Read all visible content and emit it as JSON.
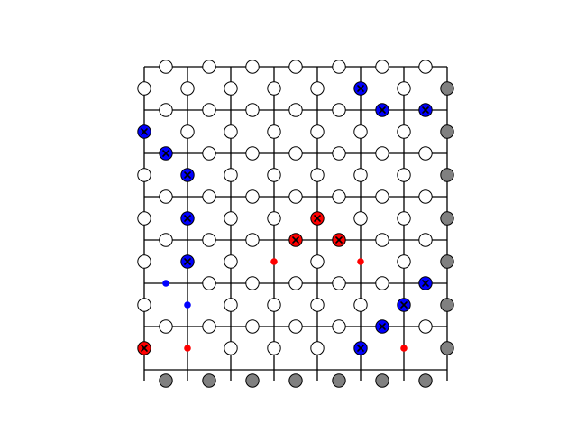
{
  "board": {
    "cells": 7,
    "colors": {
      "grid": "#000000",
      "empty": "#ffffff",
      "boundary": "#808080",
      "blue": "#0000ff",
      "red": "#ff0000",
      "mark": "#000000"
    },
    "horizontal_nodes": [
      [
        "empty",
        "empty",
        "empty",
        "empty",
        "empty",
        "empty",
        "empty"
      ],
      [
        "empty",
        "empty",
        "empty",
        "empty",
        "empty",
        "blue_x",
        "blue_x"
      ],
      [
        "blue_x",
        "empty",
        "empty",
        "empty",
        "empty",
        "empty",
        "empty"
      ],
      [
        "empty",
        "empty",
        "empty",
        "empty",
        "empty",
        "empty",
        "empty"
      ],
      [
        "empty",
        "empty",
        "empty",
        "red_x",
        "red_x",
        "empty",
        "empty"
      ],
      [
        "blue_dot",
        "empty",
        "empty",
        "empty",
        "empty",
        "empty",
        "blue_x"
      ],
      [
        "empty",
        "empty",
        "empty",
        "empty",
        "empty",
        "blue_x",
        "empty"
      ],
      [
        "gray",
        "gray",
        "gray",
        "gray",
        "gray",
        "gray",
        "gray"
      ]
    ],
    "vertical_nodes": [
      [
        "empty",
        "empty",
        "empty",
        "empty",
        "empty",
        "blue_x",
        "empty",
        "gray"
      ],
      [
        "blue_x",
        "empty",
        "empty",
        "empty",
        "empty",
        "empty",
        "empty",
        "gray"
      ],
      [
        "empty",
        "blue_x",
        "empty",
        "empty",
        "empty",
        "empty",
        "empty",
        "gray"
      ],
      [
        "empty",
        "blue_x",
        "empty",
        "empty",
        "red_x",
        "empty",
        "empty",
        "gray"
      ],
      [
        "empty",
        "blue_x",
        "empty",
        "red_dot",
        "empty",
        "red_dot",
        "empty",
        "gray"
      ],
      [
        "empty",
        "blue_dot",
        "empty",
        "empty",
        "empty",
        "empty",
        "blue_x",
        "gray"
      ],
      [
        "red_x",
        "red_dot",
        "empty",
        "empty",
        "empty",
        "blue_x",
        "red_dot",
        "gray"
      ]
    ]
  }
}
